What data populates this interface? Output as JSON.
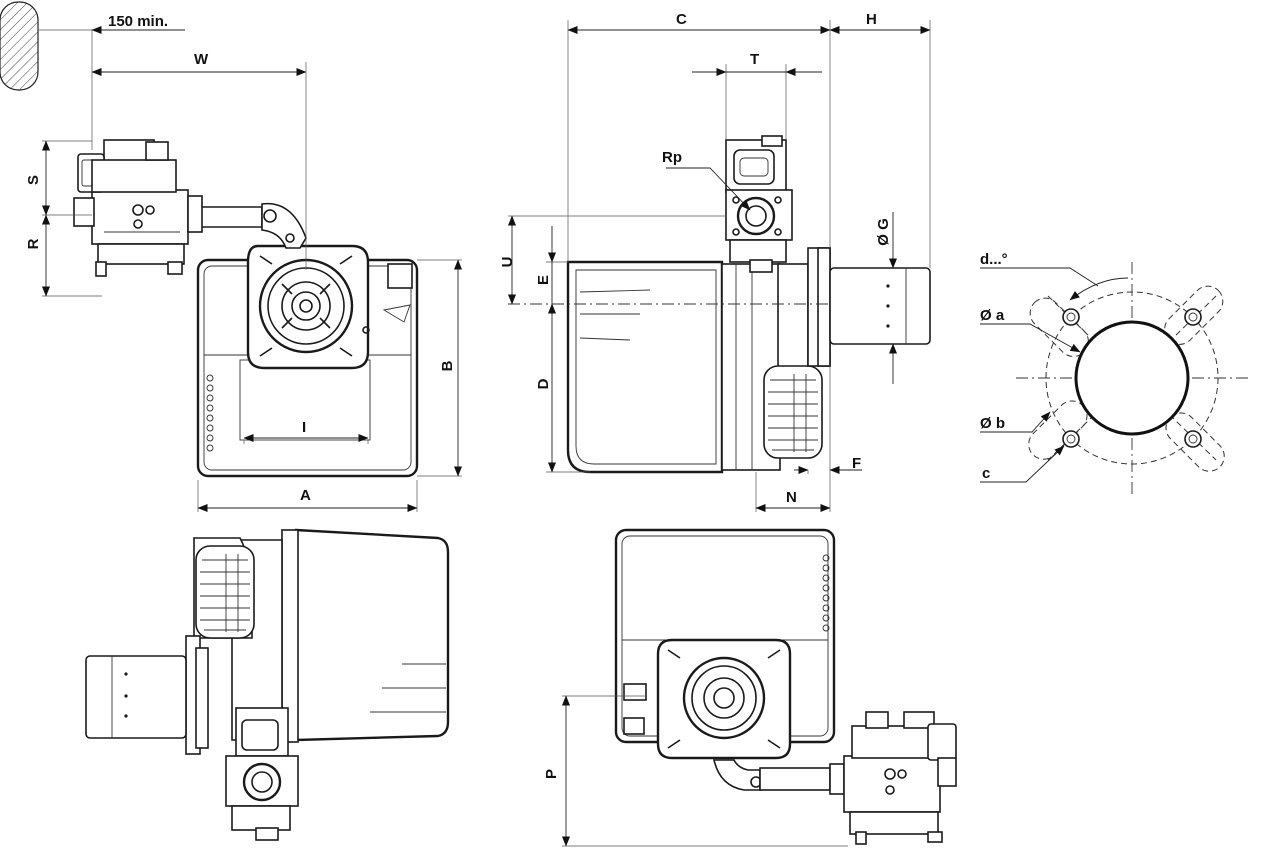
{
  "labels": {
    "clearance": "150 min.",
    "W": "W",
    "S": "S",
    "R": "R",
    "A": "A",
    "B": "B",
    "I": "I",
    "C": "C",
    "H": "H",
    "T": "T",
    "Rp": "Rp",
    "G": "Ø G",
    "U": "U",
    "E": "E",
    "D": "D",
    "F": "F",
    "N": "N",
    "d": "d...°",
    "a": "Ø a",
    "b": "Ø b",
    "c": "c",
    "P": "P"
  }
}
